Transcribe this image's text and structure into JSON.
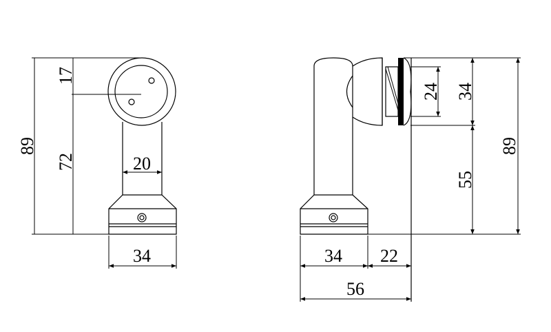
{
  "front_view": {
    "dim_height_total": "89",
    "dim_height_lower": "72",
    "dim_top_offset": "17",
    "dim_tube_width": "20",
    "dim_base_width": "34"
  },
  "side_view": {
    "dim_clamp_inner": "24",
    "dim_clamp_outer": "34",
    "dim_height_total": "89",
    "dim_height_lower": "55",
    "dim_base_width": "34",
    "dim_offset": "22",
    "dim_overall_width": "56"
  }
}
